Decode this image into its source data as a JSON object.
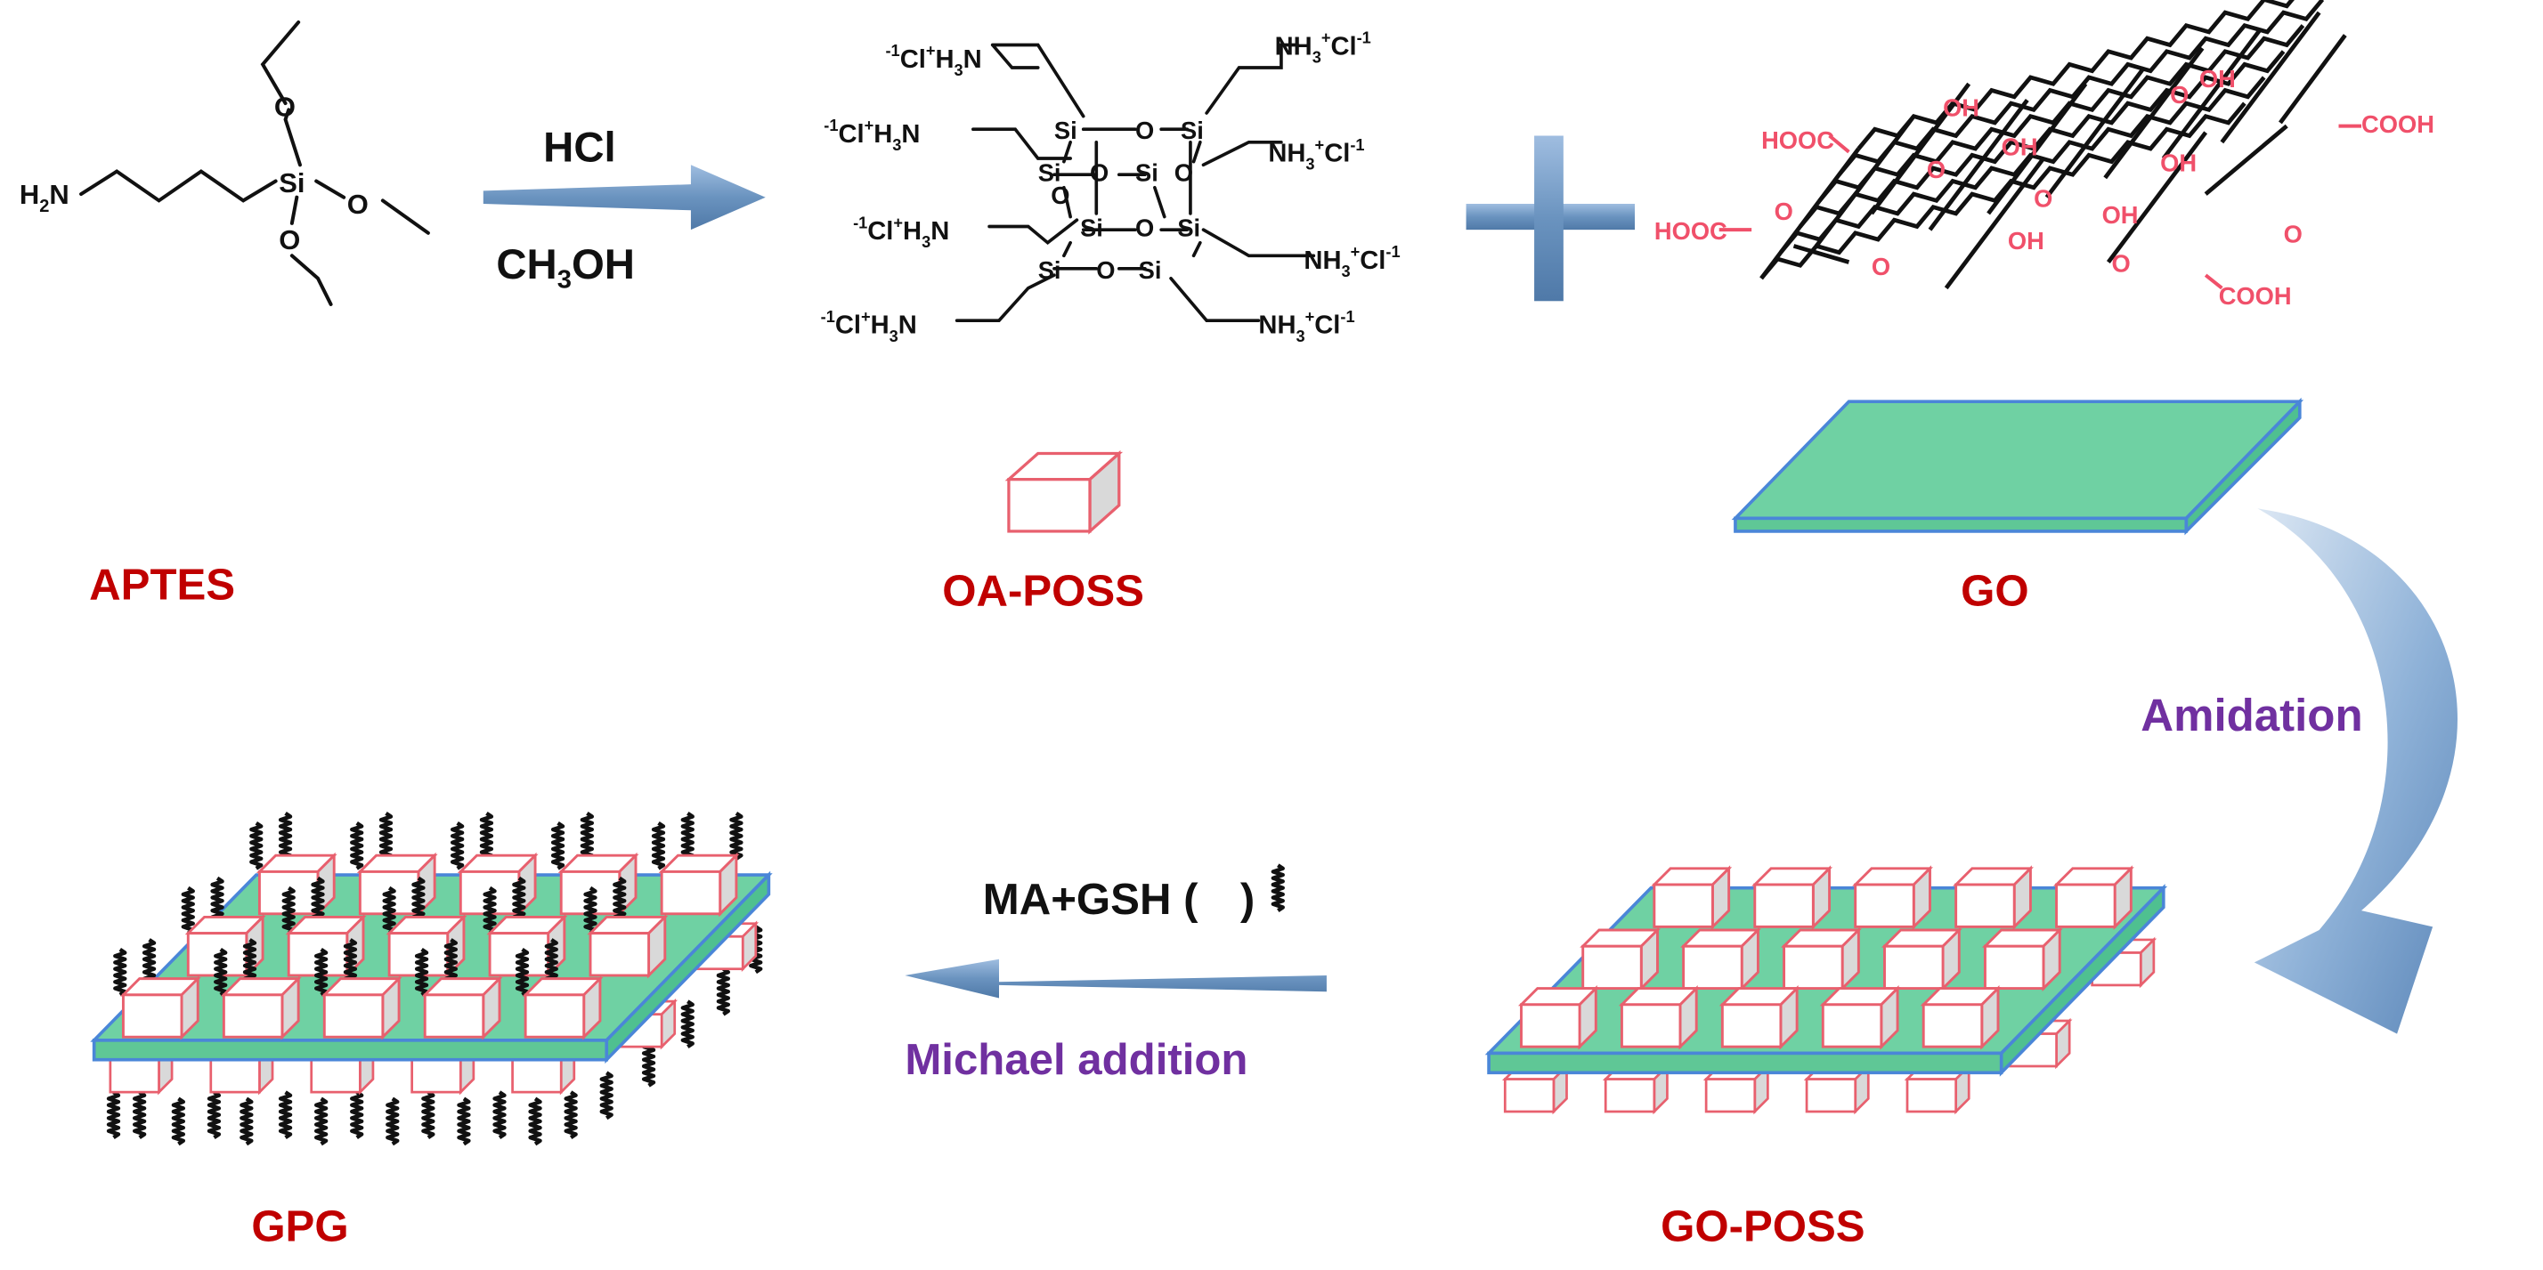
{
  "labels": {
    "aptes": "APTES",
    "oa_poss": "OA-POSS",
    "go": "GO",
    "go_poss": "GO-POSS",
    "gpg": "GPG"
  },
  "reagents": {
    "top_arrow_above": "HCl",
    "top_arrow_below_main": "CH",
    "top_arrow_below_sub": "3",
    "top_arrow_below_end": "OH",
    "amidation": "Amidation",
    "michael_top": "MA+GSH (",
    "michael_top_end": ")",
    "michael_bottom": "Michael addition"
  },
  "aptes_structure": {
    "amine_main": "H",
    "amine_sub": "2",
    "amine_end": "N",
    "silicon": "Si",
    "oxygen": "O"
  },
  "poss_structure": {
    "silicon": "Si",
    "oxygen": "O",
    "group_left_a": "-1",
    "group_left_b": "Cl",
    "group_left_c": "+",
    "group_left_d": "H",
    "group_left_e": "3",
    "group_left_f": "N",
    "group_right_a": "NH",
    "group_right_b": "3",
    "group_right_c": "+",
    "group_right_d": "Cl",
    "group_right_e": "-1"
  },
  "go_structure": {
    "cooh": "COOH",
    "hooc": "HOOC",
    "oh": "OH",
    "o": "O"
  },
  "colors": {
    "label_red": "#c00000",
    "reagent_purple": "#7030a0",
    "arrow_blue": "#6a93bf",
    "sheet_green": "#6fd1a3",
    "sheet_edge_blue": "#4a86d8",
    "cube_red": "#e8606e",
    "functional_pink": "#f0506a"
  }
}
